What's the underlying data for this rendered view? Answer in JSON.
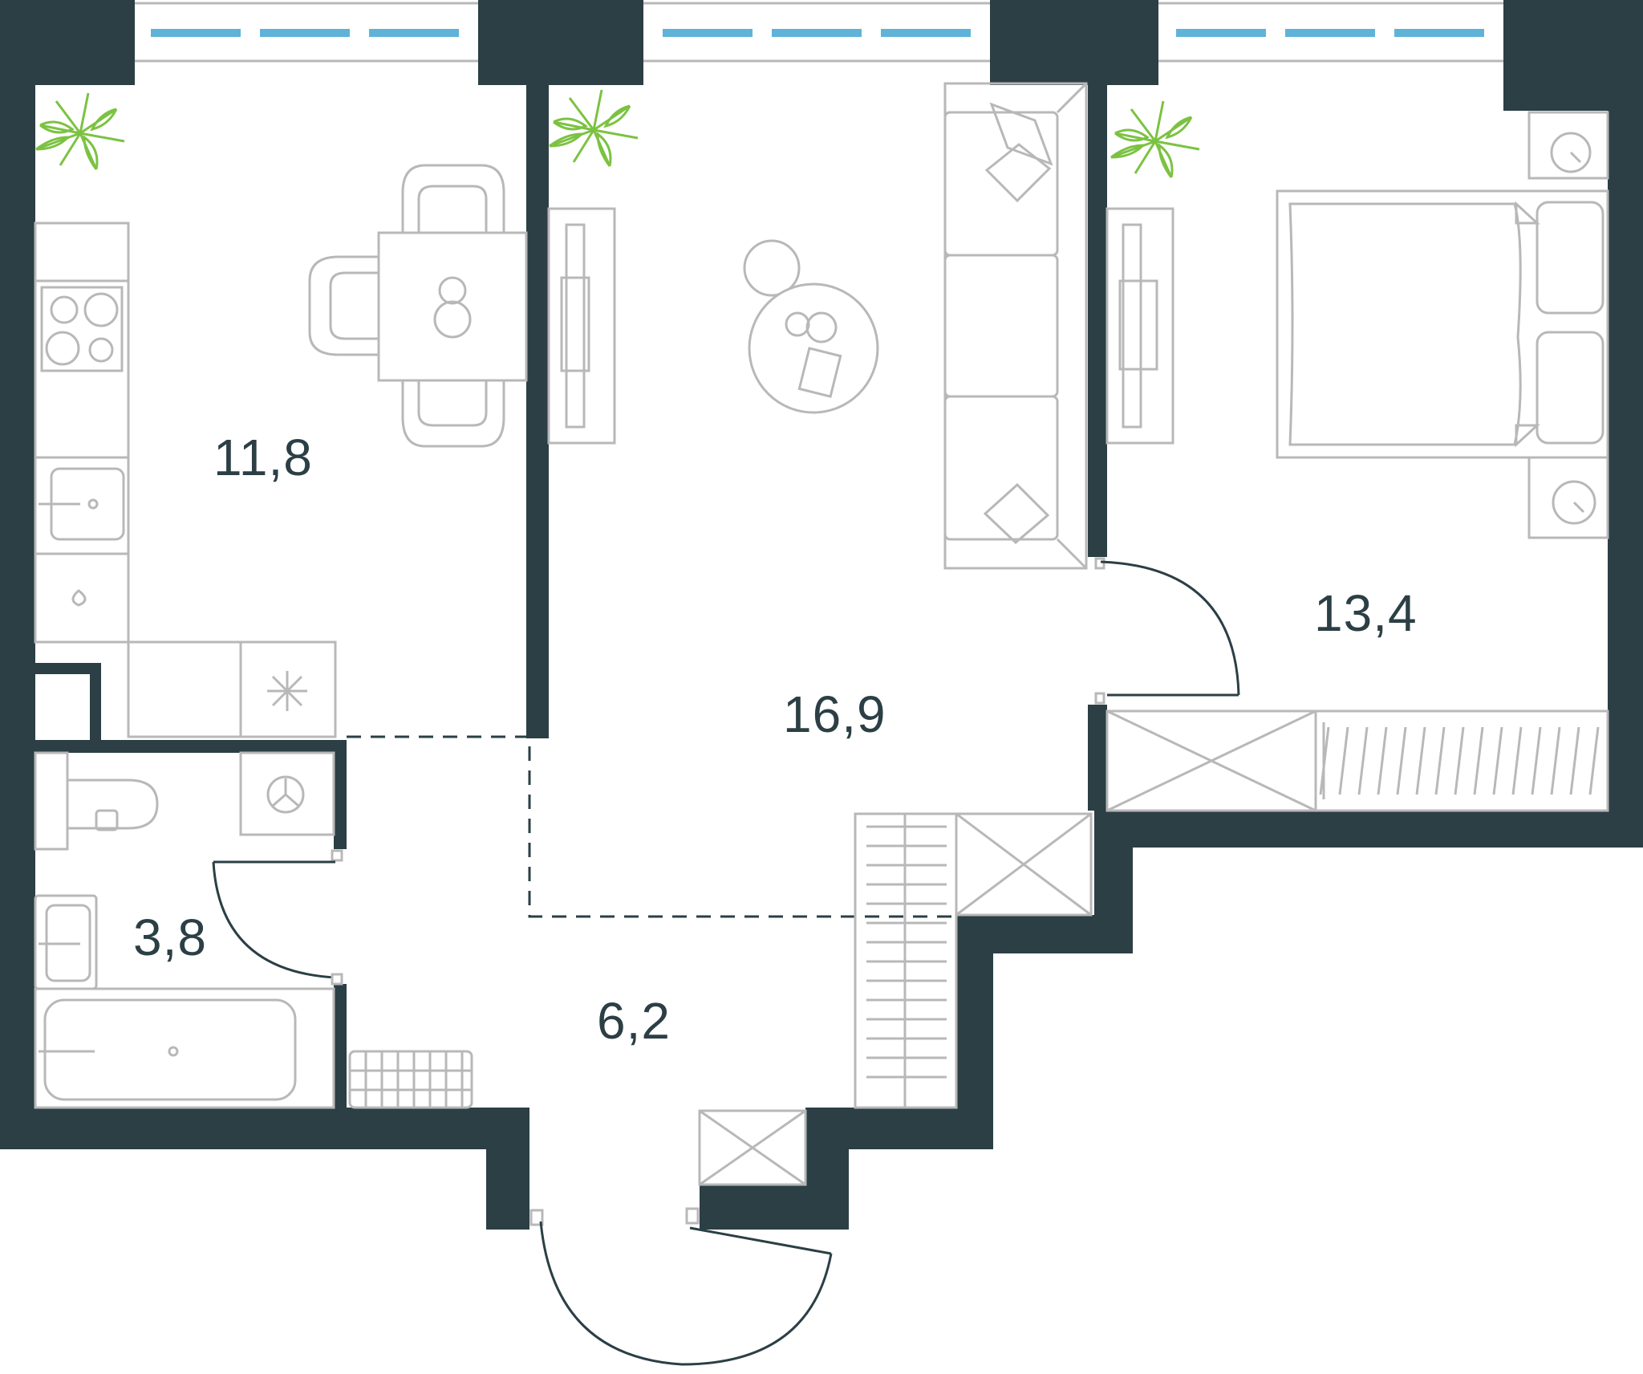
{
  "plan": {
    "colors": {
      "wall": "#2b3f45",
      "furniture": "#b8b8b8",
      "plant": "#7cc242",
      "window": "#5fb3d9",
      "background": "#ffffff"
    },
    "rooms": [
      {
        "id": "kitchen",
        "area": "11,8"
      },
      {
        "id": "living",
        "area": "16,9"
      },
      {
        "id": "bedroom",
        "area": "13,4"
      },
      {
        "id": "bathroom",
        "area": "3,8"
      },
      {
        "id": "hallway",
        "area": "6,2"
      }
    ],
    "icons": [
      "plant-icon",
      "stove-icon",
      "sink-icon",
      "toilet-icon",
      "bathtub-icon",
      "bed-icon",
      "sofa-icon",
      "table-icon",
      "chair-icon",
      "tv-icon",
      "washing-machine-icon",
      "wardrobe-icon",
      "door-icon",
      "window-icon"
    ]
  }
}
